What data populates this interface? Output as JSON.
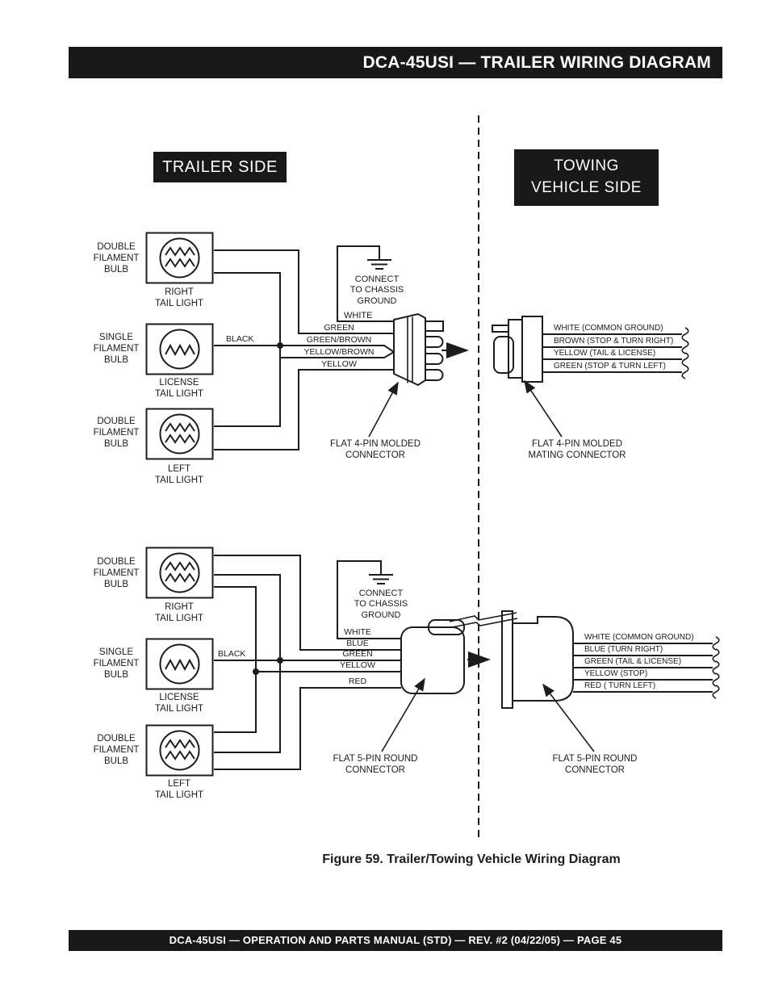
{
  "header": {
    "title": "DCA-45USI — TRAILER WIRING DIAGRAM"
  },
  "sides": {
    "trailer": "TRAILER SIDE",
    "towing": "TOWING\nVEHICLE SIDE"
  },
  "upper": {
    "bulbs": [
      {
        "type": "DOUBLE\nFILAMENT\nBULB",
        "name": "RIGHT\nTAIL LIGHT"
      },
      {
        "type": "SINGLE\nFILAMENT\nBULB",
        "name": "LICENSE\nTAIL LIGHT"
      },
      {
        "type": "DOUBLE\nFILAMENT\nBULB",
        "name": "LEFT\nTAIL LIGHT"
      }
    ],
    "ground": "CONNECT\nTO CHASSIS\nGROUND",
    "white_label": "WHITE",
    "black_label": "BLACK",
    "wire_labels": [
      "GREEN",
      "GREEN/BROWN",
      "YELLOW/BROWN",
      "YELLOW"
    ],
    "towing_wires": [
      "WHITE (COMMON GROUND)",
      "BROWN (STOP & TURN RIGHT)",
      "YELLOW (TAIL & LICENSE)",
      "GREEN (STOP & TURN LEFT)"
    ],
    "connector_label": "FLAT 4-PIN MOLDED\nCONNECTOR",
    "mating_label": "FLAT 4-PIN MOLDED\nMATING CONNECTOR"
  },
  "lower": {
    "bulbs": [
      {
        "type": "DOUBLE\nFILAMENT\nBULB",
        "name": "RIGHT\nTAIL LIGHT"
      },
      {
        "type": "SINGLE\nFILAMENT\nBULB",
        "name": "LICENSE\nTAIL LIGHT"
      },
      {
        "type": "DOUBLE\nFILAMENT\nBULB",
        "name": "LEFT\nTAIL LIGHT"
      }
    ],
    "ground": "CONNECT\nTO CHASSIS\nGROUND",
    "black_label": "BLACK",
    "wire_labels": [
      "WHITE",
      "BLUE",
      "GREEN",
      "YELLOW",
      "RED"
    ],
    "towing_wires": [
      "WHITE (COMMON GROUND)",
      "BLUE (TURN RIGHT)",
      "GREEN (TAIL & LICENSE)",
      "YELLOW (STOP)",
      "RED ( TURN LEFT)"
    ],
    "connector_label": "FLAT 5-PIN ROUND\nCONNECTOR",
    "mating_label": "FLAT 5-PIN ROUND\nCONNECTOR"
  },
  "caption": "Figure 59. Trailer/Towing Vehicle Wiring Diagram",
  "footer": "DCA-45USI — OPERATION AND PARTS MANUAL (STD) — REV. #2  (04/22/05) — PAGE 45",
  "colors": {
    "ink": "#1c1c1c",
    "paper": "#ffffff",
    "band": "#181818"
  }
}
